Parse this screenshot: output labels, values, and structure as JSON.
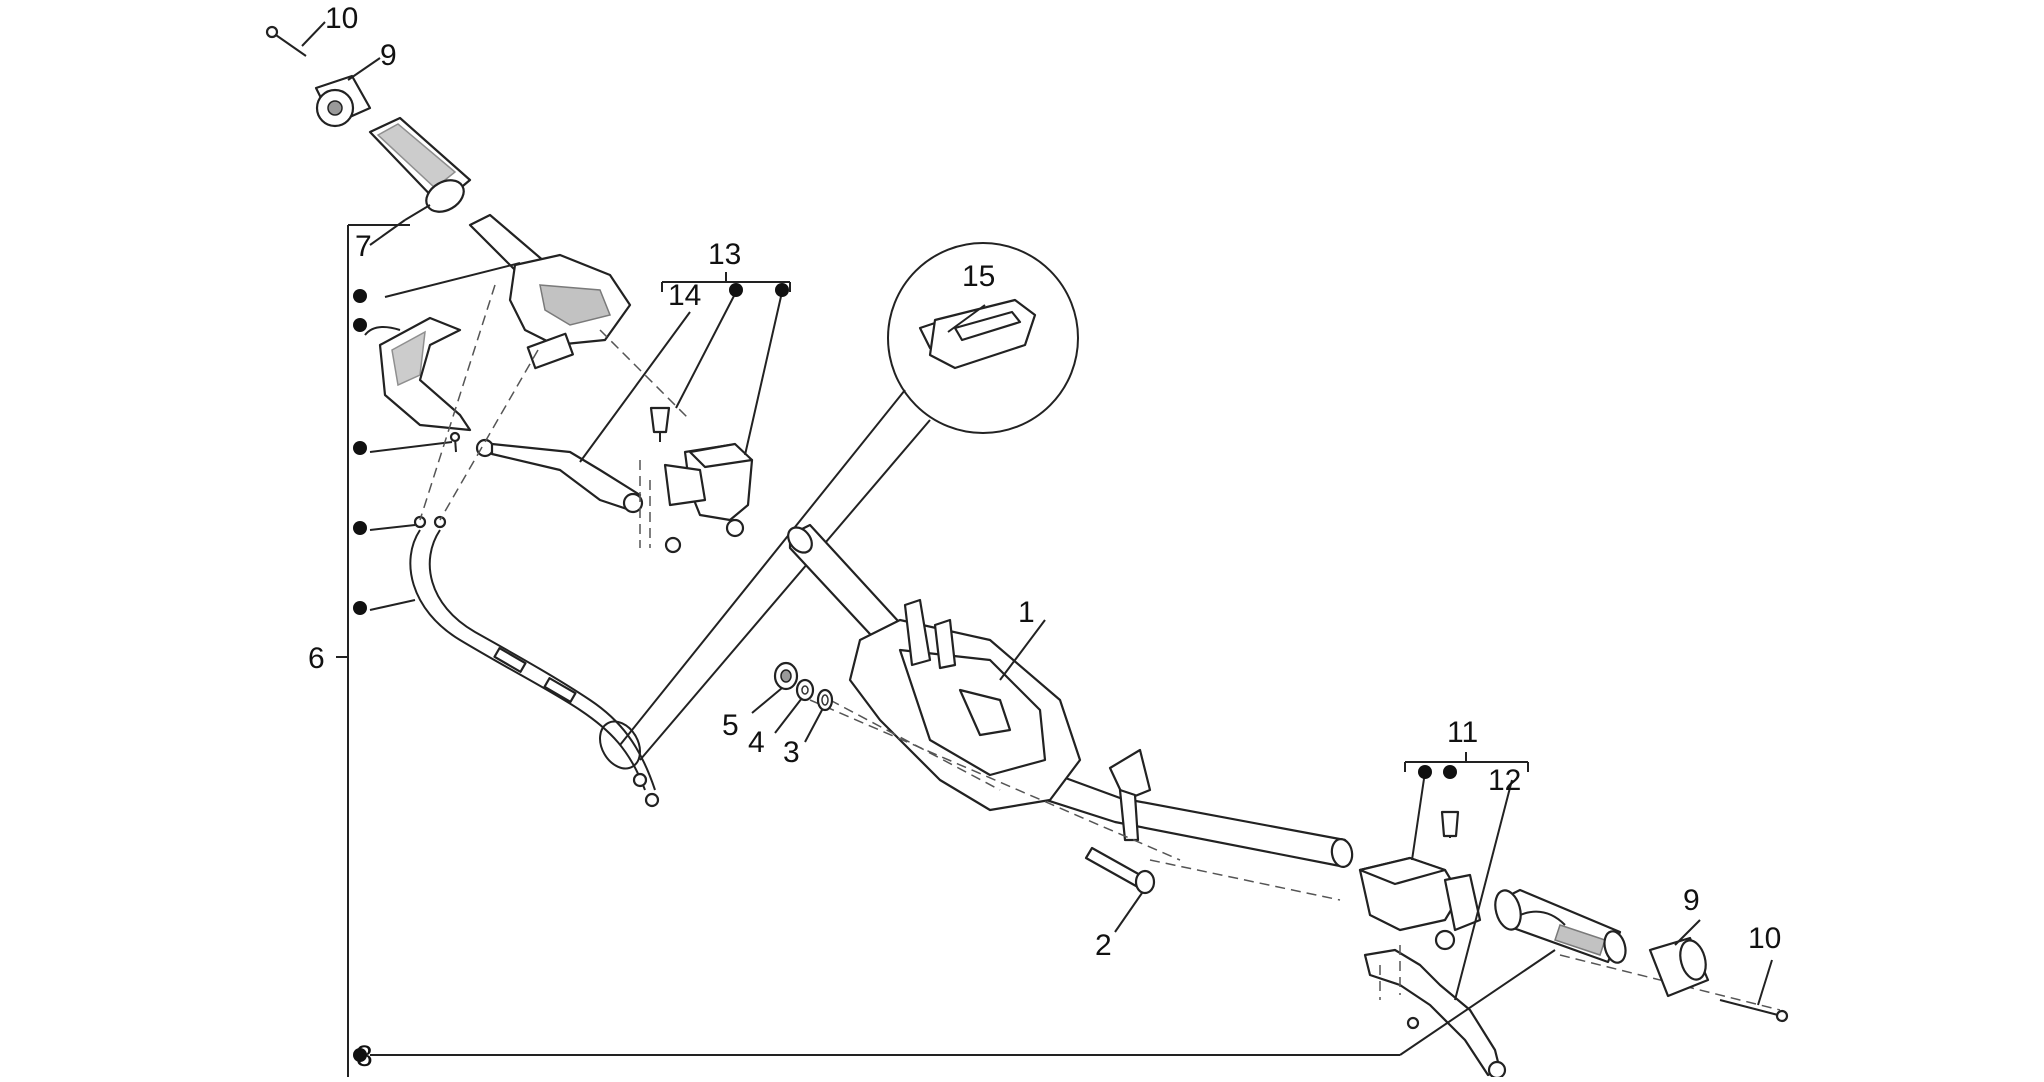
{
  "labels": {
    "p1": "1",
    "p2": "2",
    "p3": "3",
    "p4": "4",
    "p5": "5",
    "p6": "6",
    "p7": "7",
    "p8": "8",
    "p9_left": "9",
    "p9_right": "9",
    "p10_left": "10",
    "p10_right": "10",
    "p11": "11",
    "p12": "12",
    "p13": "13",
    "p14": "14",
    "p15": "15"
  }
}
